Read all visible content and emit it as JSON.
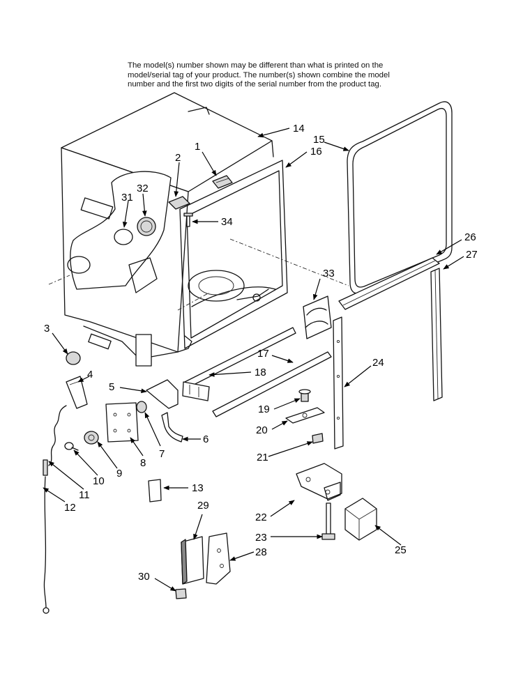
{
  "note_lines": [
    "The model(s) number shown may be different than what is printed on the",
    "model/serial tag of your product. The number(s) shown combine the model",
    "number and the first two digits of the serial number from the product tag."
  ],
  "callouts": [
    "1",
    "2",
    "3",
    "4",
    "5",
    "6",
    "7",
    "8",
    "9",
    "10",
    "11",
    "12",
    "13",
    "14",
    "15",
    "16",
    "17",
    "18",
    "19",
    "20",
    "21",
    "22",
    "23",
    "24",
    "25",
    "26",
    "27",
    "28",
    "29",
    "30",
    "31",
    "32",
    "33",
    "34"
  ],
  "arrowhead_color": "#000000"
}
